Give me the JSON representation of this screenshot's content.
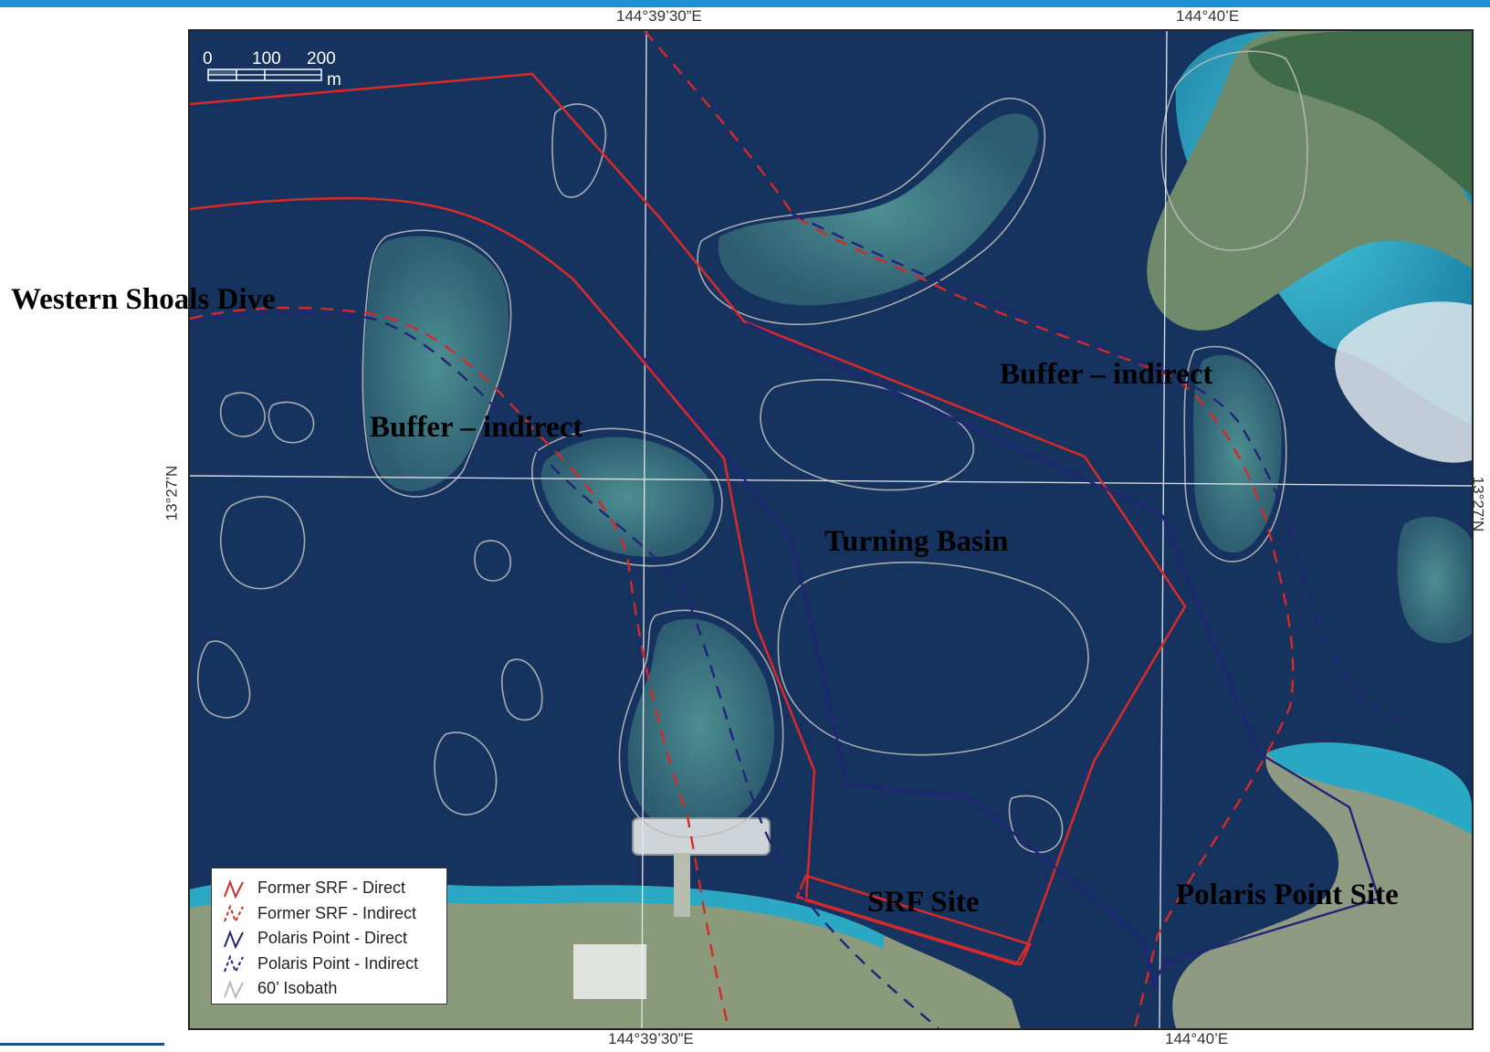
{
  "coords": {
    "top_left": "144°39’30”E",
    "top_right": "144°40’E",
    "bottom_left": "144°39’30”E",
    "bottom_right": "144°40’E",
    "left_lat": "13°27’N",
    "right_lat": "13°27’N"
  },
  "scale": {
    "tick0": "0",
    "tick1": "100",
    "tick2": "200",
    "unit": "m"
  },
  "labels": {
    "western_shoals": "Western Shoals Dive",
    "buffer_left": "Buffer – indirect",
    "buffer_right": "Buffer – indirect",
    "turning_basin": "Turning Basin",
    "srf_site": "SRF Site",
    "polaris_site": "Polaris Point Site"
  },
  "legend": {
    "items": [
      {
        "label": "Former SRF - Direct",
        "color": "#d42a2a",
        "dashed": false
      },
      {
        "label": "Former SRF - Indirect",
        "color": "#d42a2a",
        "dashed": true
      },
      {
        "label": "Polaris Point - Direct",
        "color": "#23237a",
        "dashed": false
      },
      {
        "label": "Polaris Point - Indirect",
        "color": "#23237a",
        "dashed": true
      },
      {
        "label": "60’ Isobath",
        "color": "#b9b9b9",
        "dashed": false
      }
    ]
  },
  "colors": {
    "water": "#15335e",
    "shallow_water": "#2aa8c4",
    "reef": "#3f7f86",
    "land": "#8a9a7a",
    "former_srf": "#d42a2a",
    "polaris": "#23237a",
    "isobath": "#b9b9b9"
  }
}
